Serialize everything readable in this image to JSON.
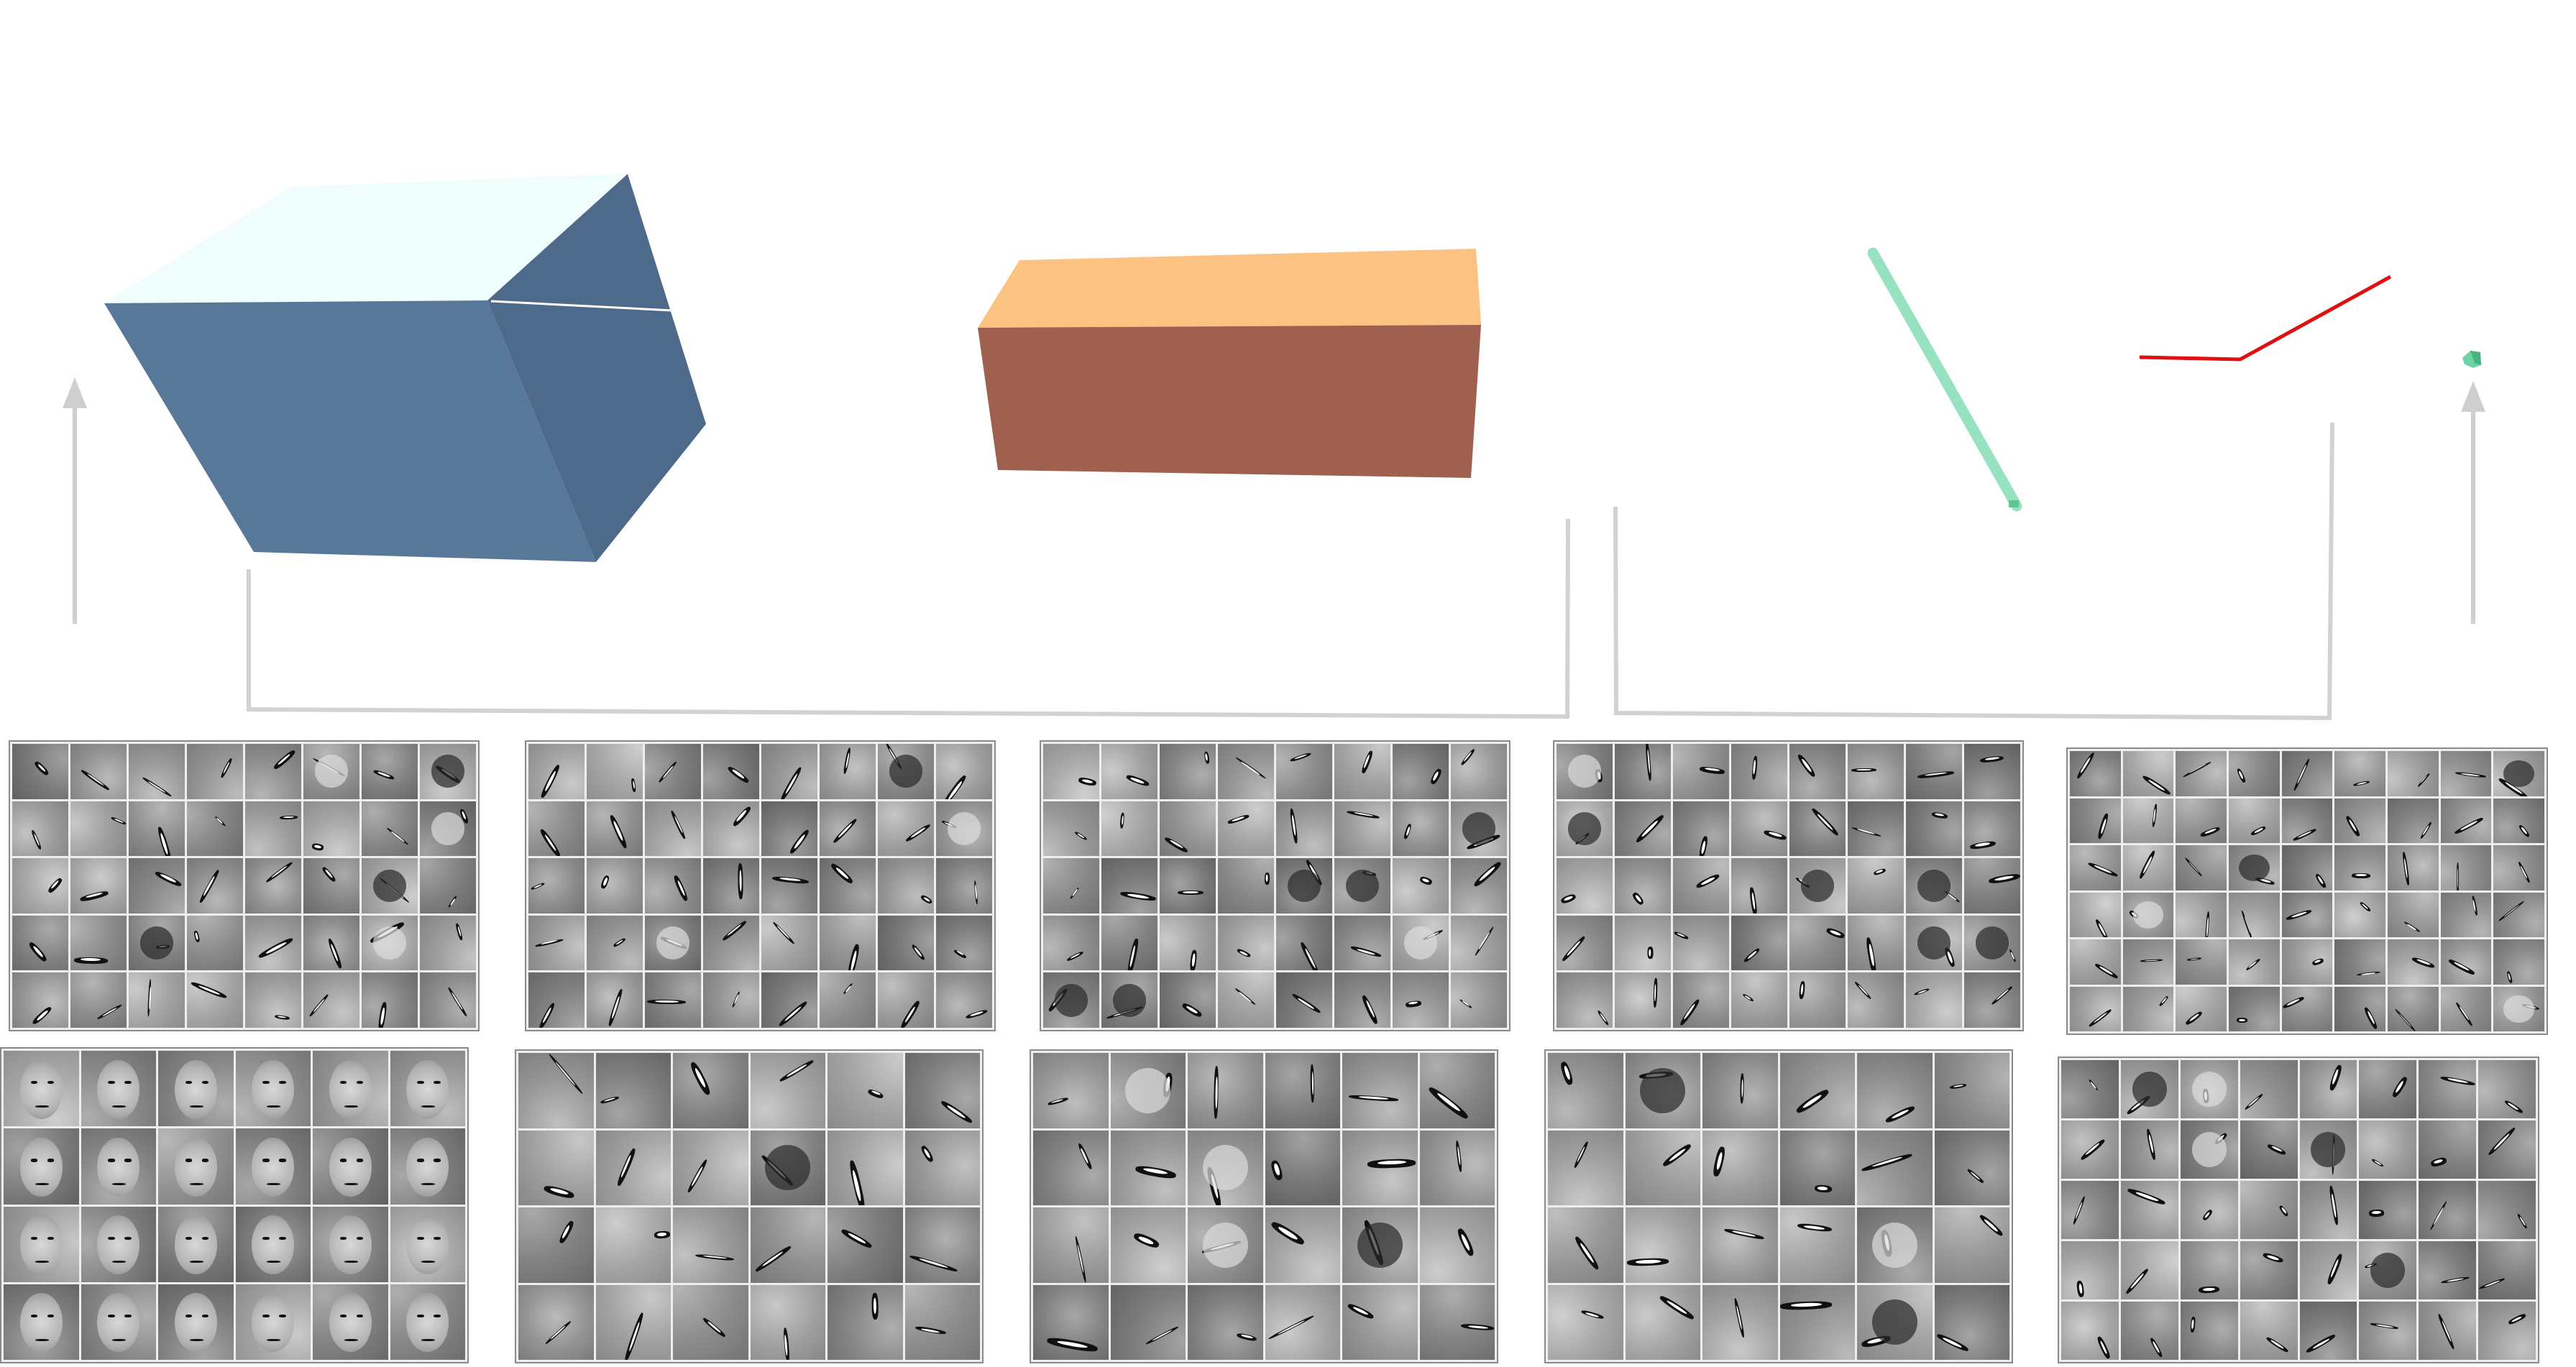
{
  "colors": {
    "background": "#ffffff",
    "cube_front": "#587899",
    "cube_top": "#effdfd",
    "cube_side": "#4e6a8a",
    "box_top": "#fcc282",
    "box_front": "#a0604f",
    "rod": "#97e3c1",
    "rod_end": "#5fc48f",
    "line_red": "#e01010",
    "connector": "#d2d2d2",
    "arrow": "#cfcfcf",
    "panel_border": "#8a8a8a"
  },
  "shapes": [
    {
      "id": "large-blue-cube",
      "kind": "3d-box"
    },
    {
      "id": "orange-brown-box",
      "kind": "3d-box"
    },
    {
      "id": "green-rod",
      "kind": "3d-bar"
    },
    {
      "id": "red-polyline",
      "kind": "line"
    },
    {
      "id": "tiny-green-cube",
      "kind": "3d-box"
    }
  ],
  "arrows": [
    {
      "id": "left-up-arrow",
      "direction": "up"
    },
    {
      "id": "right-up-arrow",
      "direction": "up"
    }
  ],
  "connectors": [
    {
      "id": "bracket-left"
    },
    {
      "id": "bracket-right"
    }
  ],
  "feature_panels_top": [
    {
      "id": "first-layer-filters-faces",
      "rows": 5,
      "cols": 8
    },
    {
      "id": "first-layer-filters-cars",
      "rows": 5,
      "cols": 8
    },
    {
      "id": "first-layer-filters-elephants",
      "rows": 5,
      "cols": 8
    },
    {
      "id": "first-layer-filters-chairs",
      "rows": 5,
      "cols": 8
    },
    {
      "id": "first-layer-filters-mixed",
      "rows": 6,
      "cols": 9
    }
  ],
  "feature_panels_bottom": [
    {
      "id": "second-layer-faces",
      "rows": 4,
      "cols": 6
    },
    {
      "id": "second-layer-cars",
      "rows": 4,
      "cols": 6
    },
    {
      "id": "second-layer-elephants",
      "rows": 4,
      "cols": 6
    },
    {
      "id": "second-layer-chairs",
      "rows": 4,
      "cols": 6
    },
    {
      "id": "second-layer-mixed",
      "rows": 5,
      "cols": 8
    }
  ]
}
